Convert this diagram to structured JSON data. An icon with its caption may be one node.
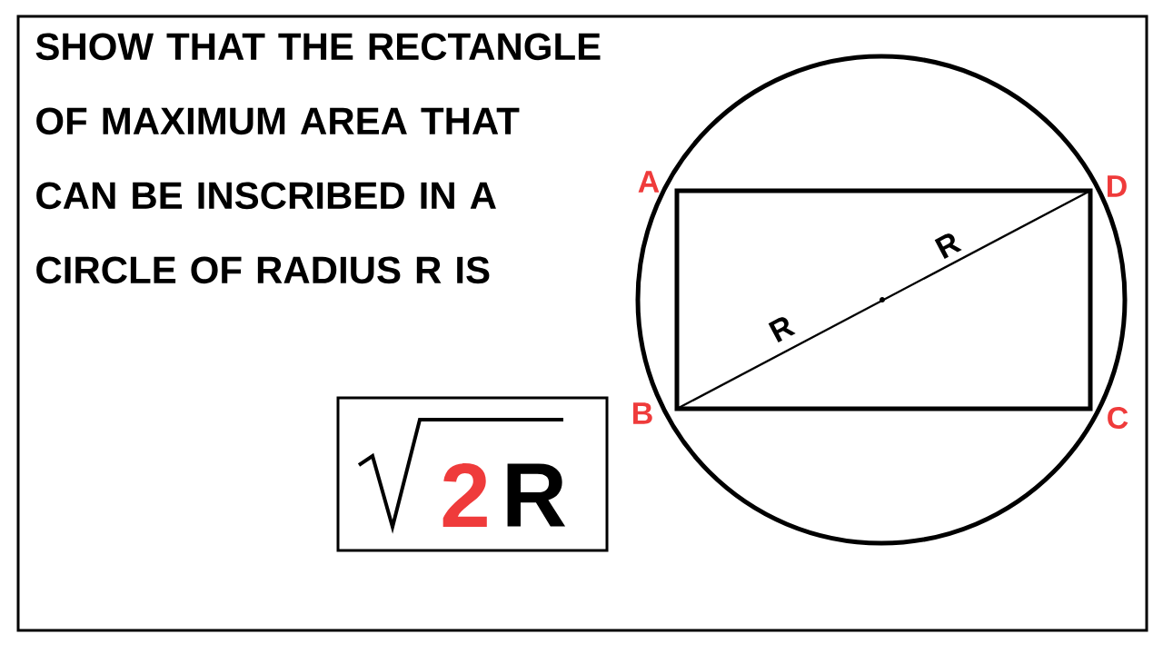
{
  "diagram": {
    "title": "SHOW THAT THE RECTANGLE OF MAXIMUM AREA THAT CAN BE INSCRIBED IN A CIRCLE OF RADIUS R IS",
    "nodes": [
      {
        "text": [
          "2",
          "R"
        ]
      }
    ],
    "labels": [
      "A",
      "D",
      "R",
      "R",
      "B",
      "C"
    ]
  }
}
